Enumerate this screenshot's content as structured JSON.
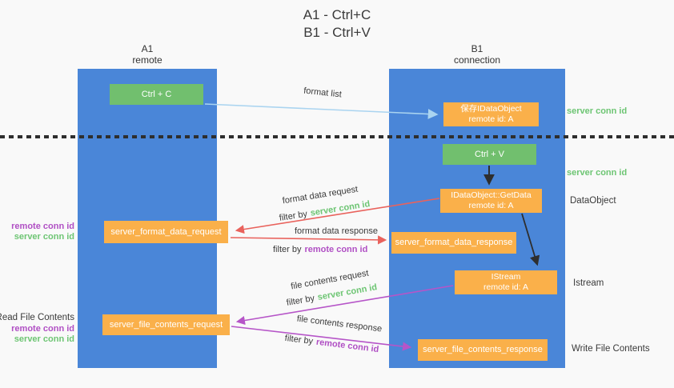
{
  "title": {
    "line1": "A1 - Ctrl+C",
    "line2": "B1 - Ctrl+V"
  },
  "columns": {
    "a1": {
      "name": "A1",
      "role": "remote"
    },
    "b1": {
      "name": "B1",
      "role": "connection"
    }
  },
  "nodes": {
    "ctrl_c": {
      "label": "Ctrl + C"
    },
    "ctrl_v": {
      "label": "Ctrl + V"
    },
    "save_dataobject": {
      "line1": "保存IDataObject",
      "line2": "remote id: A"
    },
    "getdata": {
      "line1": "IDataObject::GetData",
      "line2": "remote id: A"
    },
    "istream": {
      "line1": "IStream",
      "line2": "remote id: A"
    },
    "format_request": {
      "label": "server_format_data_request"
    },
    "format_response": {
      "label": "server_format_data_response"
    },
    "file_request": {
      "label": "server_file_contents_request"
    },
    "file_response": {
      "label": "server_file_contents_response"
    }
  },
  "flow_labels": {
    "format_list": "format list",
    "format_data_request": "format data request",
    "format_data_response": "format data response",
    "file_contents_request": "file contents request",
    "file_contents_response": "file contents response",
    "filter_by": "filter by",
    "server_conn_id": "server conn id",
    "remote_conn_id": "remote conn id"
  },
  "side_labels": {
    "server_conn_id_top": "server conn id",
    "server_conn_id_mid": "server conn id",
    "dataobject": "DataObject",
    "istream": "Istream",
    "write_file_contents": "Write File Contents",
    "read_file_contents": "Read File Contents",
    "remote_conn_id_format": "remote conn id",
    "server_conn_id_format": "server conn id",
    "remote_conn_id_file": "remote conn id",
    "server_conn_id_file": "server conn id"
  },
  "colors": {
    "lifeline_blue": "#4a86d8",
    "action_green": "#71bf6e",
    "node_orange": "#fab04a",
    "arrow_light_blue": "#aad4f0",
    "arrow_red": "#e9625c",
    "arrow_purple": "#b655c8",
    "arrow_black": "#2e2e2e",
    "text_green": "#6dc573",
    "text_purple": "#b04fc4",
    "background": "#f9f9f9"
  }
}
